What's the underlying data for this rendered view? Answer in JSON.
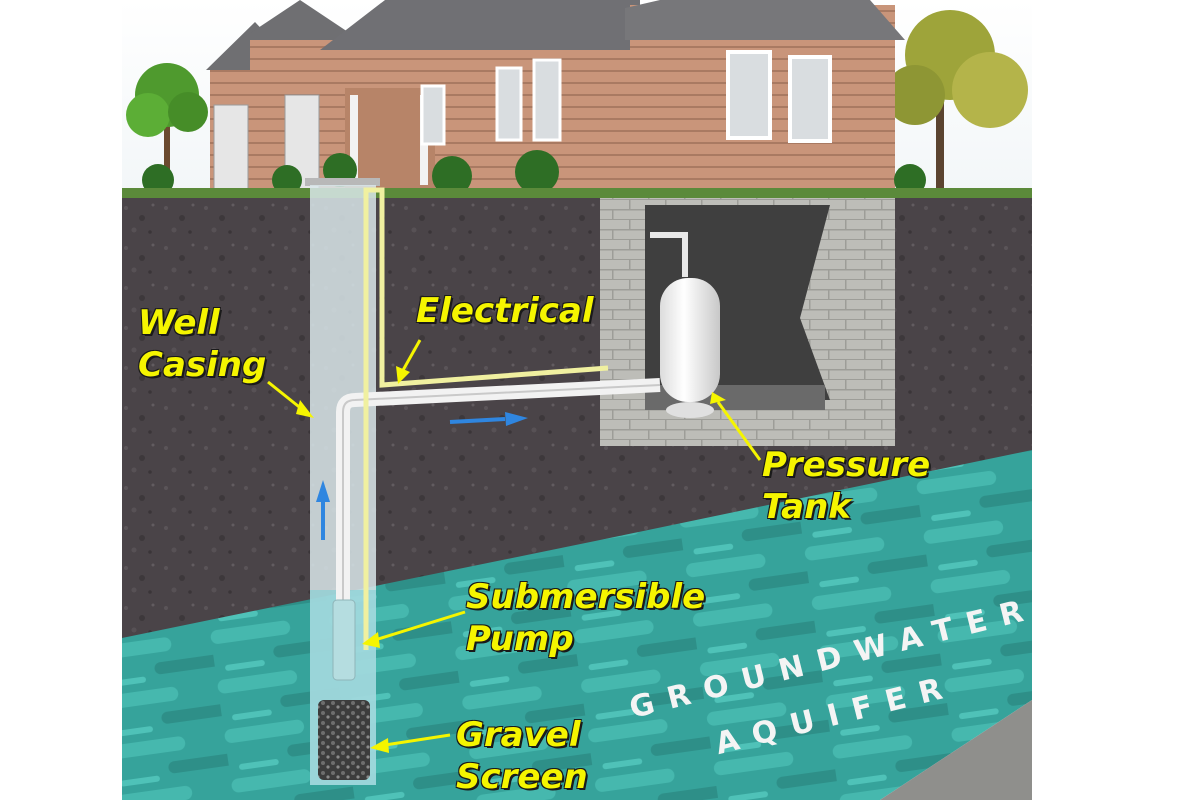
{
  "diagram": {
    "labels": {
      "well_casing_line1": "Well",
      "well_casing_line2": "Casing",
      "electrical": "Electrical",
      "pressure_tank_line1": "Pressure",
      "pressure_tank_line2": "Tank",
      "submersible_pump_line1": "Submersible",
      "submersible_pump_line2": "Pump",
      "gravel_screen_line1": "Gravel",
      "gravel_screen_line2": "Screen",
      "aquifer_line1": "GROUNDWATER",
      "aquifer_line2": "AQUIFER"
    },
    "colors": {
      "label_yellow": "#f5f500",
      "flow_arrow_blue": "#2f86e0",
      "soil": "#4a4448",
      "aquifer": "#3aa8a0",
      "house_siding": "#c9957a",
      "foundation": "#b9b9b5"
    }
  }
}
